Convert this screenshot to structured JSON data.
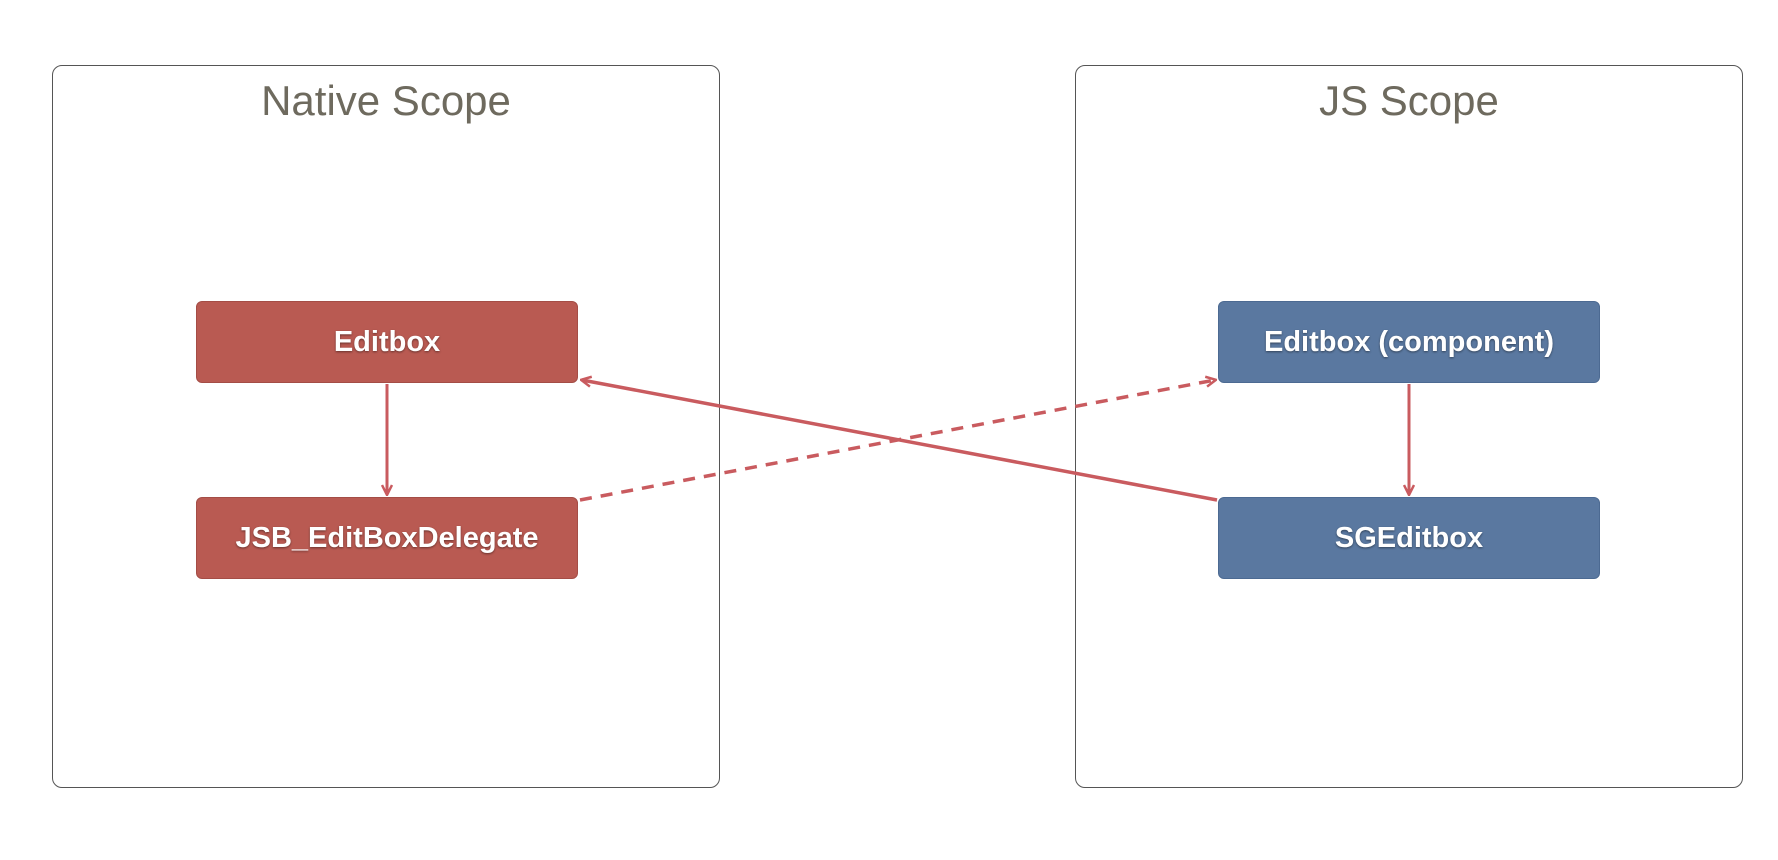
{
  "scopes": {
    "native": {
      "title": "Native Scope"
    },
    "js": {
      "title": "JS Scope"
    }
  },
  "nodes": {
    "editbox": "Editbox",
    "jsb_delegate": "JSB_EditBoxDelegate",
    "editbox_component": "Editbox (component)",
    "sgeditbox": "SGEditbox"
  },
  "colors": {
    "native_node": "#b95a52",
    "js_node": "#5a78a0",
    "connector": "#c95b5f",
    "scope_border": "#555555",
    "scope_title": "#6e6a5e"
  },
  "connectors": [
    {
      "from": "editbox",
      "to": "jsb_delegate",
      "style": "solid"
    },
    {
      "from": "editbox_component",
      "to": "sgeditbox",
      "style": "solid"
    },
    {
      "from": "jsb_delegate",
      "to": "editbox_component",
      "style": "dashed"
    },
    {
      "from": "sgeditbox",
      "to": "editbox",
      "style": "solid"
    }
  ]
}
